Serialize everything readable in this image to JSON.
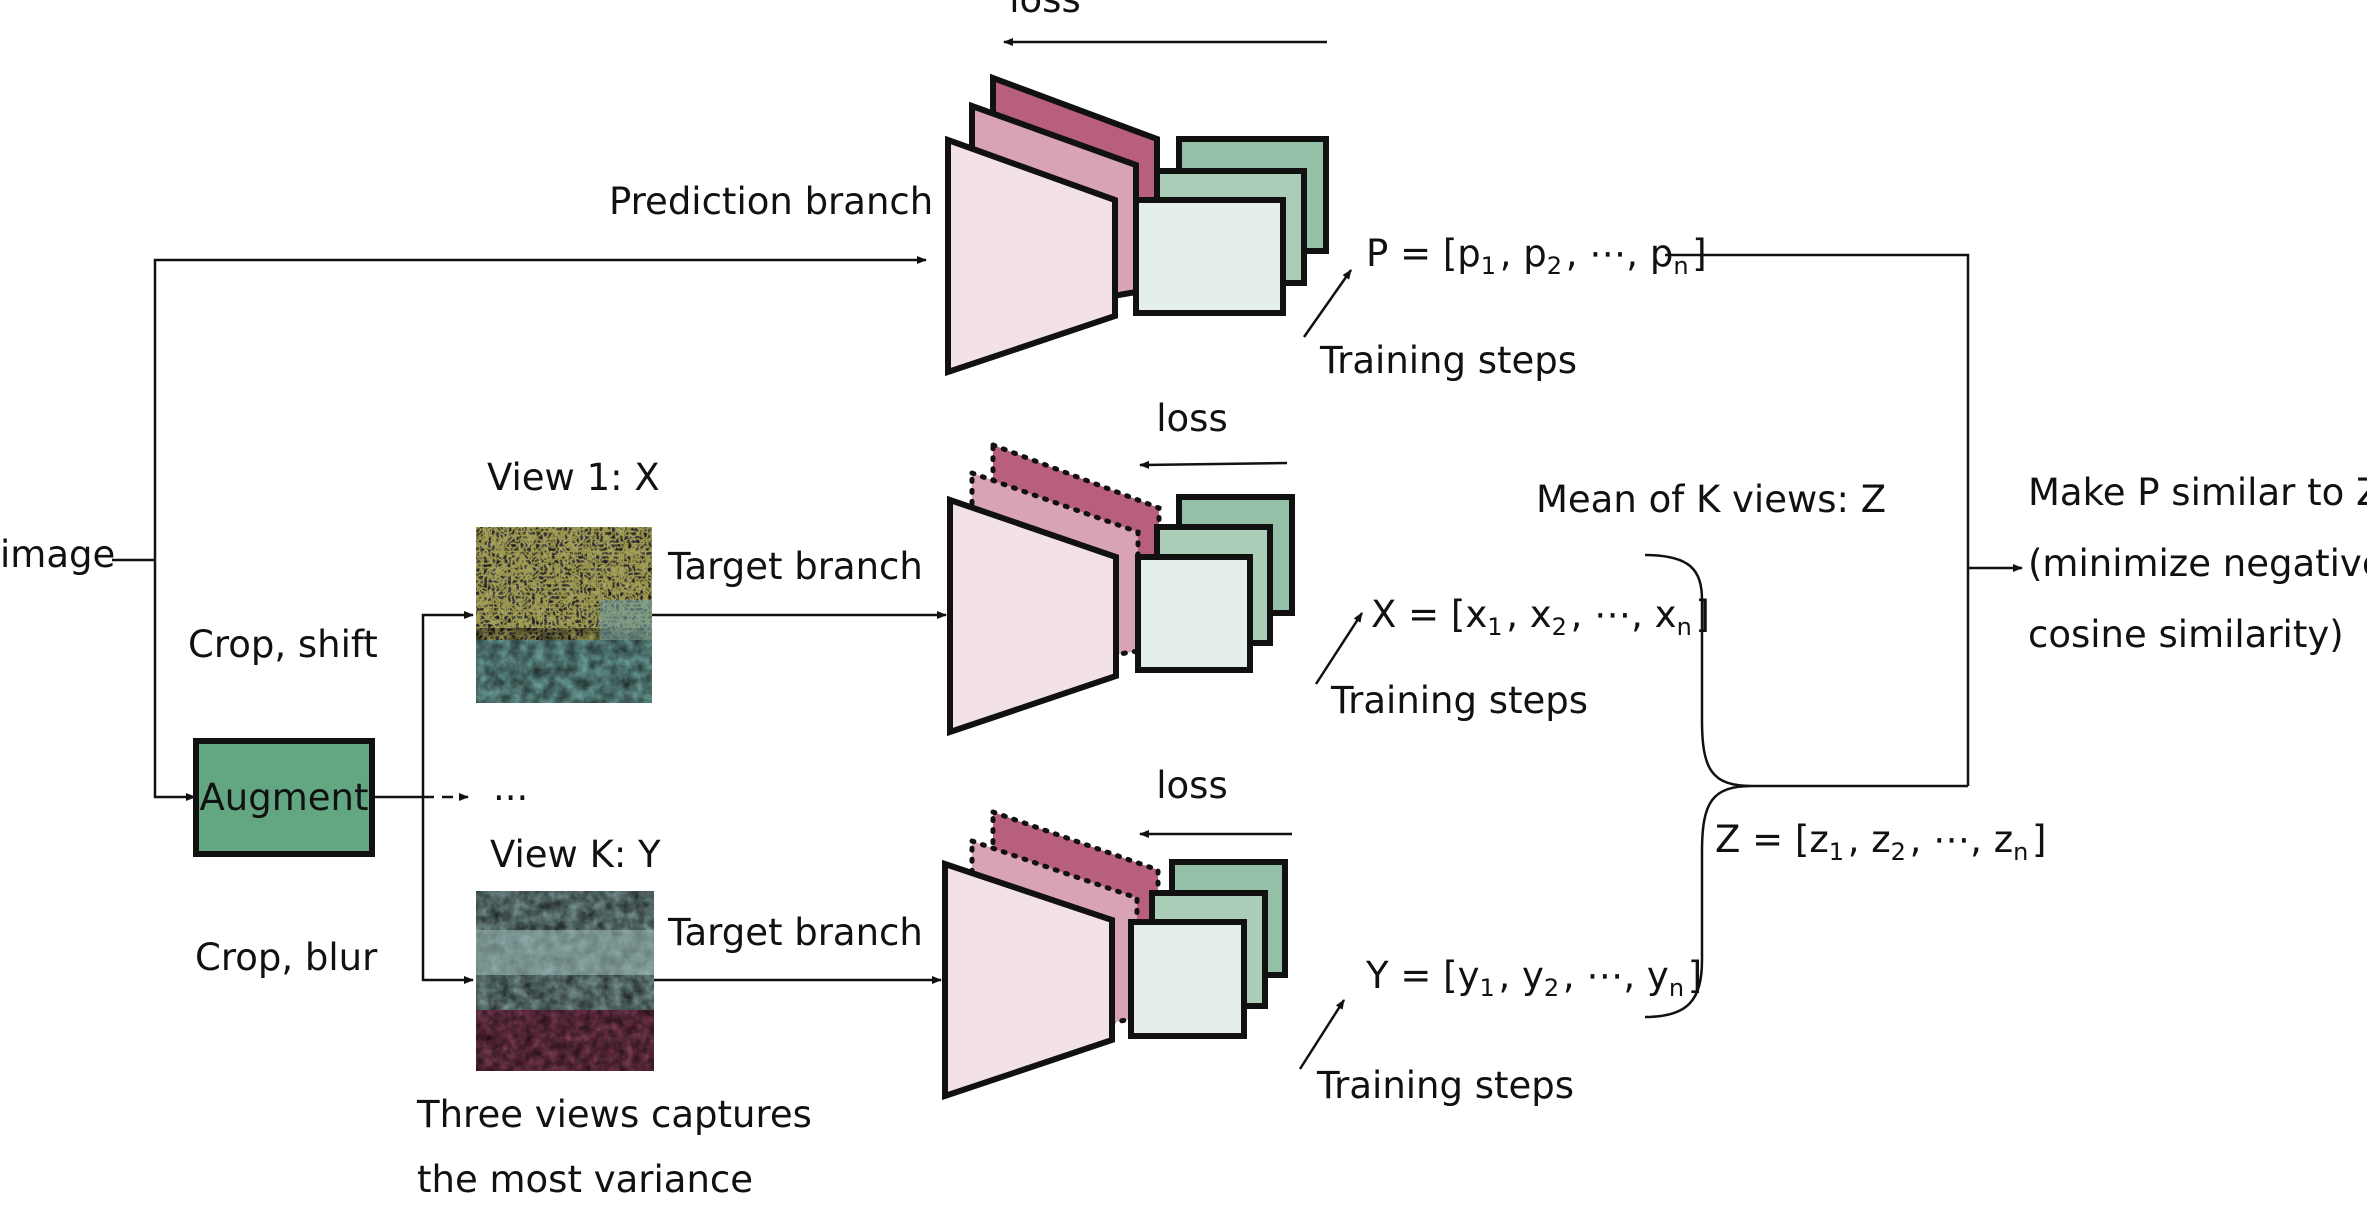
{
  "labels": {
    "loss_top": "loss",
    "loss_mid": "loss",
    "loss_bot": "loss",
    "prediction_branch": "Prediction branch",
    "image": "image",
    "view1": "View 1: X",
    "viewk": "View K: Y",
    "crop_shift": "Crop, shift",
    "crop_blur": "Crop, blur",
    "augment": "Augment",
    "ellipsis": "...",
    "target_branch_1": "Target branch",
    "target_branch_2": "Target branch",
    "training_steps_1": "Training steps",
    "training_steps_2": "Training steps",
    "training_steps_3": "Training steps",
    "mean_k_views": "Mean of K views: Z",
    "make_similar_1": "Make P similar to Z",
    "make_similar_2": "(minimize negative",
    "make_similar_3": "cosine similarity)",
    "three_views_1": "Three views captures",
    "three_views_2": "the most variance"
  },
  "vectors": {
    "P": {
      "lhs": "P = [",
      "items": [
        [
          "p",
          "1"
        ],
        [
          "p",
          "2"
        ],
        [
          "⋯",
          ""
        ],
        [
          "p",
          "n"
        ]
      ],
      "rhs": "]"
    },
    "X": {
      "lhs": "X = [",
      "items": [
        [
          "x",
          "1"
        ],
        [
          "x",
          "2"
        ],
        [
          "⋯",
          ""
        ],
        [
          "x",
          "n"
        ]
      ],
      "rhs": "]"
    },
    "Y": {
      "lhs": "Y = [",
      "items": [
        [
          "y",
          "1"
        ],
        [
          "y",
          "2"
        ],
        [
          "⋯",
          ""
        ],
        [
          "y",
          "n"
        ]
      ],
      "rhs": "]"
    },
    "Z": {
      "lhs": "Z = [",
      "items": [
        [
          "z",
          "1"
        ],
        [
          "z",
          "2"
        ],
        [
          "⋯",
          ""
        ],
        [
          "z",
          "n"
        ]
      ],
      "rhs": "]"
    }
  },
  "colors": {
    "encoder_fill": "#f2e1e8",
    "pink_mid": "#d9a3b6",
    "pink_dark": "#b85f80",
    "green_back": "#94c0a8",
    "green_mid": "#aacdb8",
    "green_front": "#e3efe8",
    "augment_fill": "#63a682",
    "stroke": "#111111"
  }
}
